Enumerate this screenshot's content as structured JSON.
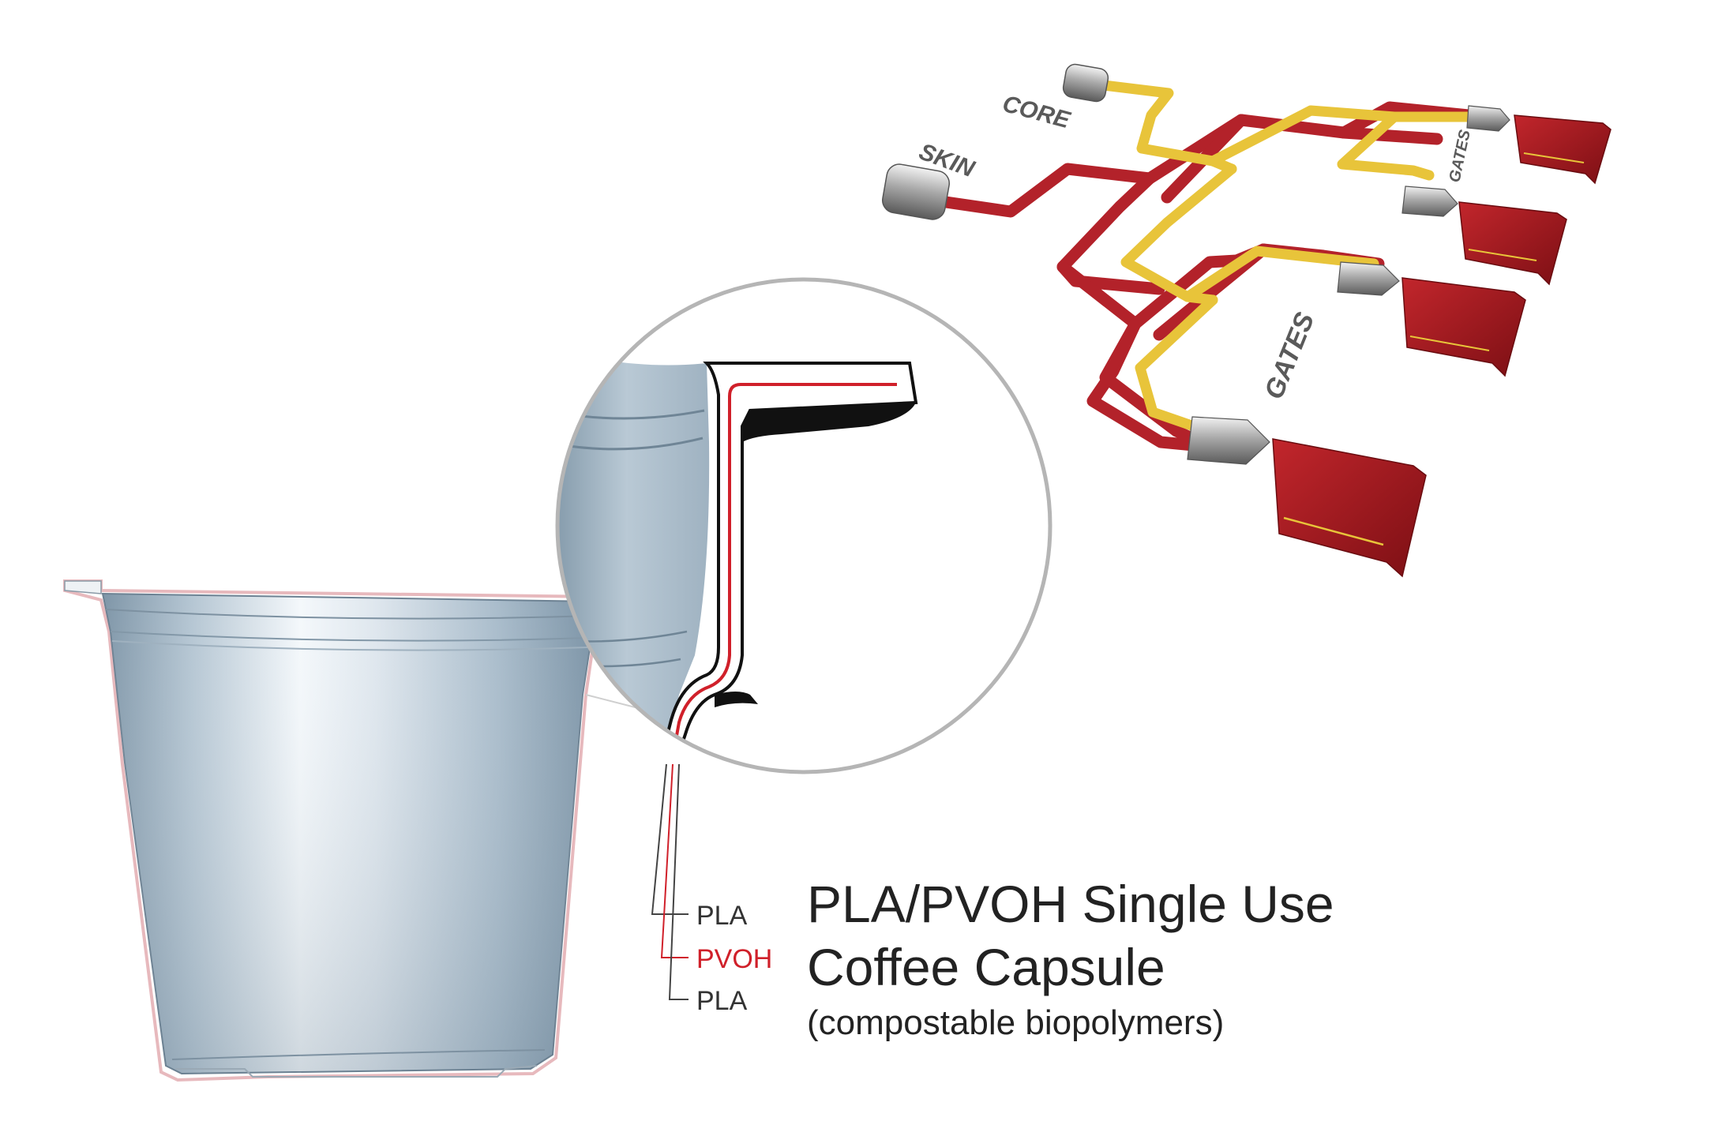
{
  "title": {
    "line1": "PLA/PVOH Single Use",
    "line2": "Coffee Capsule",
    "line3": "(compostable biopolymers)"
  },
  "layers": {
    "outer": "PLA",
    "middle": "PVOH",
    "inner": "PLA"
  },
  "runner_diagram": {
    "core_label": "CORE",
    "skin_label": "SKIN",
    "gates_label_small": "GATES",
    "gates_label_large": "GATES"
  },
  "colors": {
    "pvoh_red": "#d0202a",
    "skin_runner_red": "#b3222a",
    "core_runner_yellow": "#e8c43a",
    "cup_blue": "#aebfcc",
    "magnifier_ring": "#b5b5b5",
    "outline_pink": "#e7b9bd"
  }
}
